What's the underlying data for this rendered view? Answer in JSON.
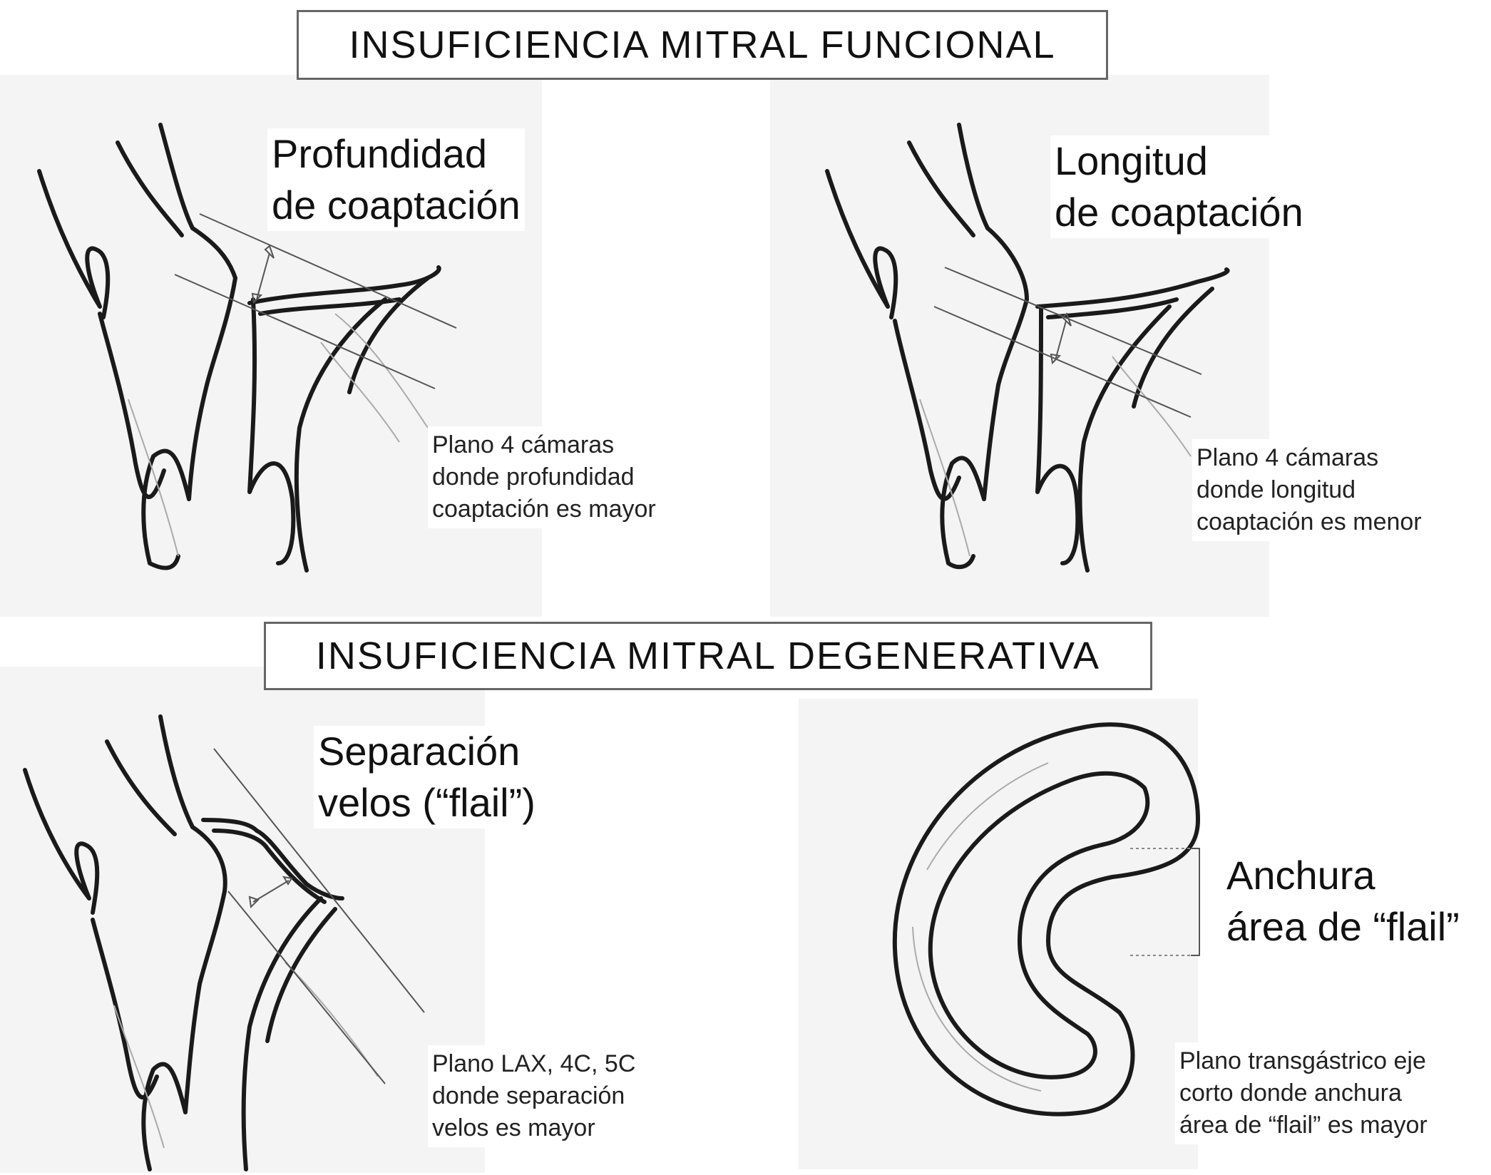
{
  "sections": {
    "functional_title": "INSUFICIENCIA MITRAL FUNCIONAL",
    "degenerative_title": "INSUFICIENCIA MITRAL DEGENERATIVA"
  },
  "panels": {
    "top_left": {
      "heading_lines": [
        "Profundidad",
        "de coaptación"
      ],
      "note_lines": [
        "Plano 4 cámaras",
        "donde profundidad",
        "coaptación es mayor"
      ]
    },
    "top_right": {
      "heading_lines": [
        "Longitud",
        "de coaptación"
      ],
      "note_lines": [
        "Plano 4 cámaras",
        "donde longitud",
        "coaptación es menor"
      ]
    },
    "bottom_left": {
      "heading_lines": [
        "Separación",
        "velos (“flail”)"
      ],
      "note_lines": [
        "Plano LAX, 4C, 5C",
        "donde separación",
        "velos es mayor"
      ]
    },
    "bottom_right": {
      "heading_lines": [
        "Anchura",
        "área de “flail”"
      ],
      "note_lines": [
        "Plano transgástrico eje",
        "corto donde anchura",
        "área de “flail” es mayor"
      ]
    }
  },
  "icons": {
    "valve_drawing": "mitral-valve-illustration",
    "short_axis_drawing": "mitral-short-axis-illustration"
  }
}
